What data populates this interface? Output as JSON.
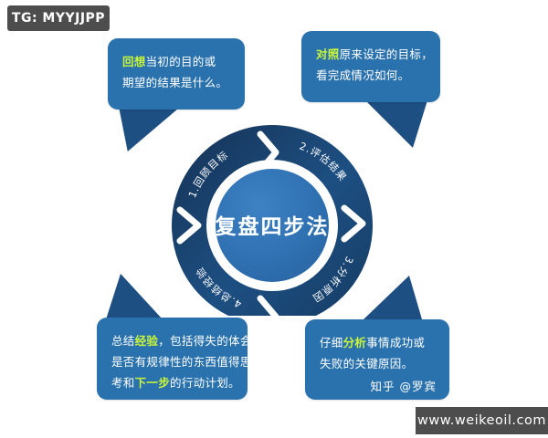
{
  "watermarks": {
    "telegram_tag": "TG: MYYJJPP",
    "site": "www.weikeoil.com"
  },
  "diagram": {
    "center_title": "复盘四步法",
    "steps": [
      {
        "id": "step-1",
        "label": "1.回顾目标"
      },
      {
        "id": "step-2",
        "label": "2.评估结果"
      },
      {
        "id": "step-3",
        "label": "3.分析原因"
      },
      {
        "id": "step-4",
        "label": "4.总结经验"
      }
    ],
    "colors": {
      "ring": "#1d4f82",
      "ring_dark": "#16375c",
      "inner_circle": "#2e6fb0",
      "bubble": "#2a72ad",
      "highlight": "#c9f53a",
      "gap": "#ffffff"
    }
  },
  "callouts": {
    "top_left": {
      "line1_highlight": "回想",
      "line1_rest": "当初的目的或",
      "line2": "期望的结果是什么。"
    },
    "top_right": {
      "line1_highlight": "对照",
      "line1_rest": "原来设定的目标，",
      "line2": "看完成情况如何。"
    },
    "bottom_left": {
      "line1_pre": "总结",
      "line1_highlight": "经验",
      "line1_rest": "，包括得失的体会，",
      "line2": "是否有规律性的东西值得思",
      "line3_pre": "考和",
      "line3_highlight": "下一步",
      "line3_rest": "的行动计划。"
    },
    "bottom_right": {
      "line1_pre": "仔细",
      "line1_highlight": "分析",
      "line1_rest": "事情成功或",
      "line2": "失败的关键原因。",
      "attribution": "知乎 @罗宾"
    }
  }
}
